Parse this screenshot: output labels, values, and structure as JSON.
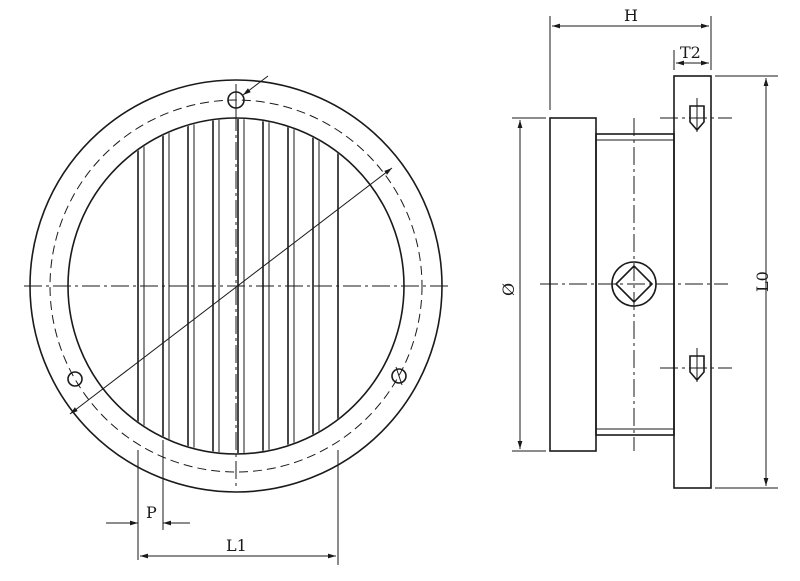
{
  "labels": {
    "h": "H",
    "t2": "T2",
    "diameter": "Ø",
    "l0": "L0",
    "p": "P",
    "l1": "L1"
  }
}
